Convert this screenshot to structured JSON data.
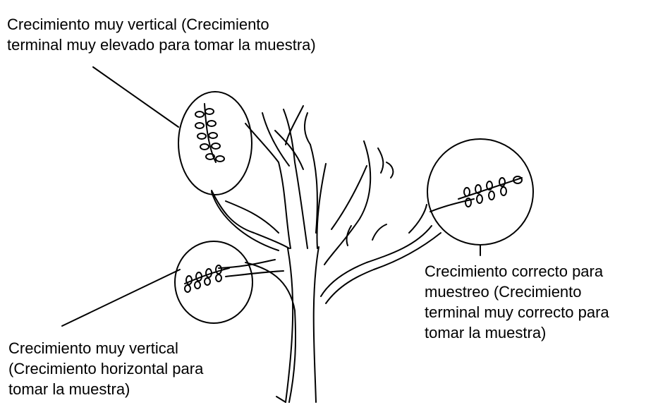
{
  "diagram": {
    "labels": {
      "top_left": [
        "Crecimiento muy vertical (Crecimiento",
        "terminal muy elevado para tomar la muestra)"
      ],
      "right": [
        "Crecimiento correcto para",
        "muestreo (Crecimiento",
        "terminal muy correcto para",
        "tomar la muestra)"
      ],
      "bottom_left": [
        "Crecimiento muy vertical",
        "(Crecimiento horizontal para",
        "tomar la muestra)"
      ]
    },
    "colors": {
      "ink": "#000000",
      "background": "#ffffff"
    }
  }
}
